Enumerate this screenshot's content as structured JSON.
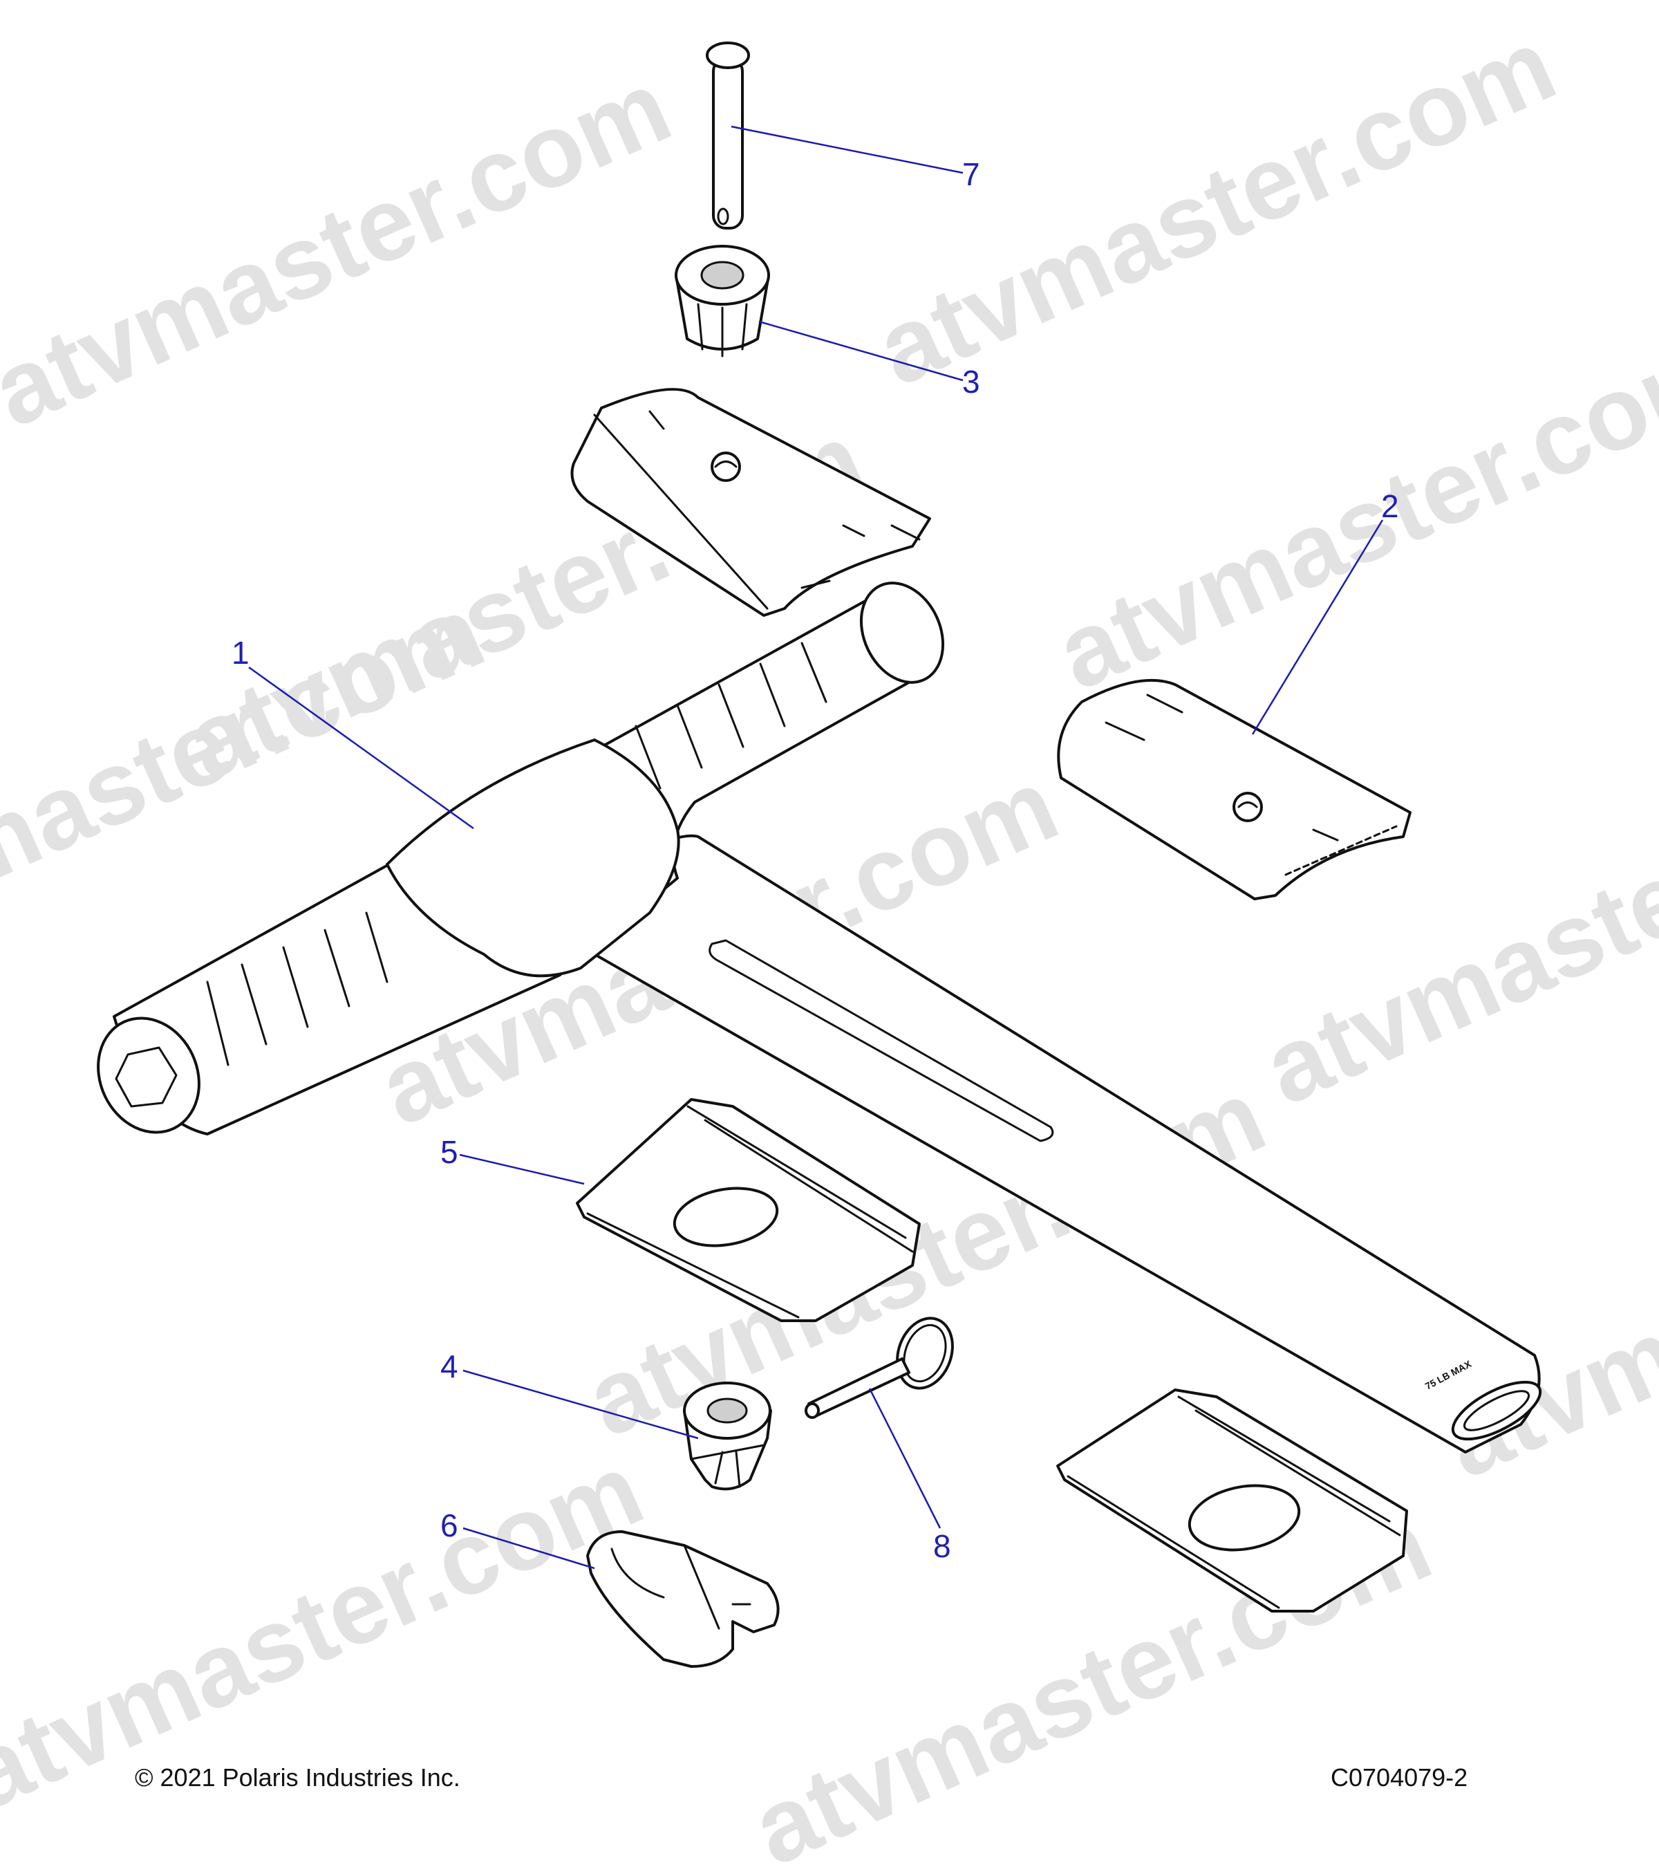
{
  "watermark": "atvmaster.com",
  "callouts": [
    {
      "id": "1",
      "label": "1"
    },
    {
      "id": "2",
      "label": "2"
    },
    {
      "id": "3",
      "label": "3"
    },
    {
      "id": "4",
      "label": "4"
    },
    {
      "id": "5",
      "label": "5"
    },
    {
      "id": "6",
      "label": "6"
    },
    {
      "id": "7",
      "label": "7"
    },
    {
      "id": "8",
      "label": "8"
    }
  ],
  "parts": {
    "tube_marking": "75 LB MAX"
  },
  "footer": {
    "copyright": "© 2021 Polaris Industries Inc.",
    "drawing_number": "C0704079-2"
  }
}
